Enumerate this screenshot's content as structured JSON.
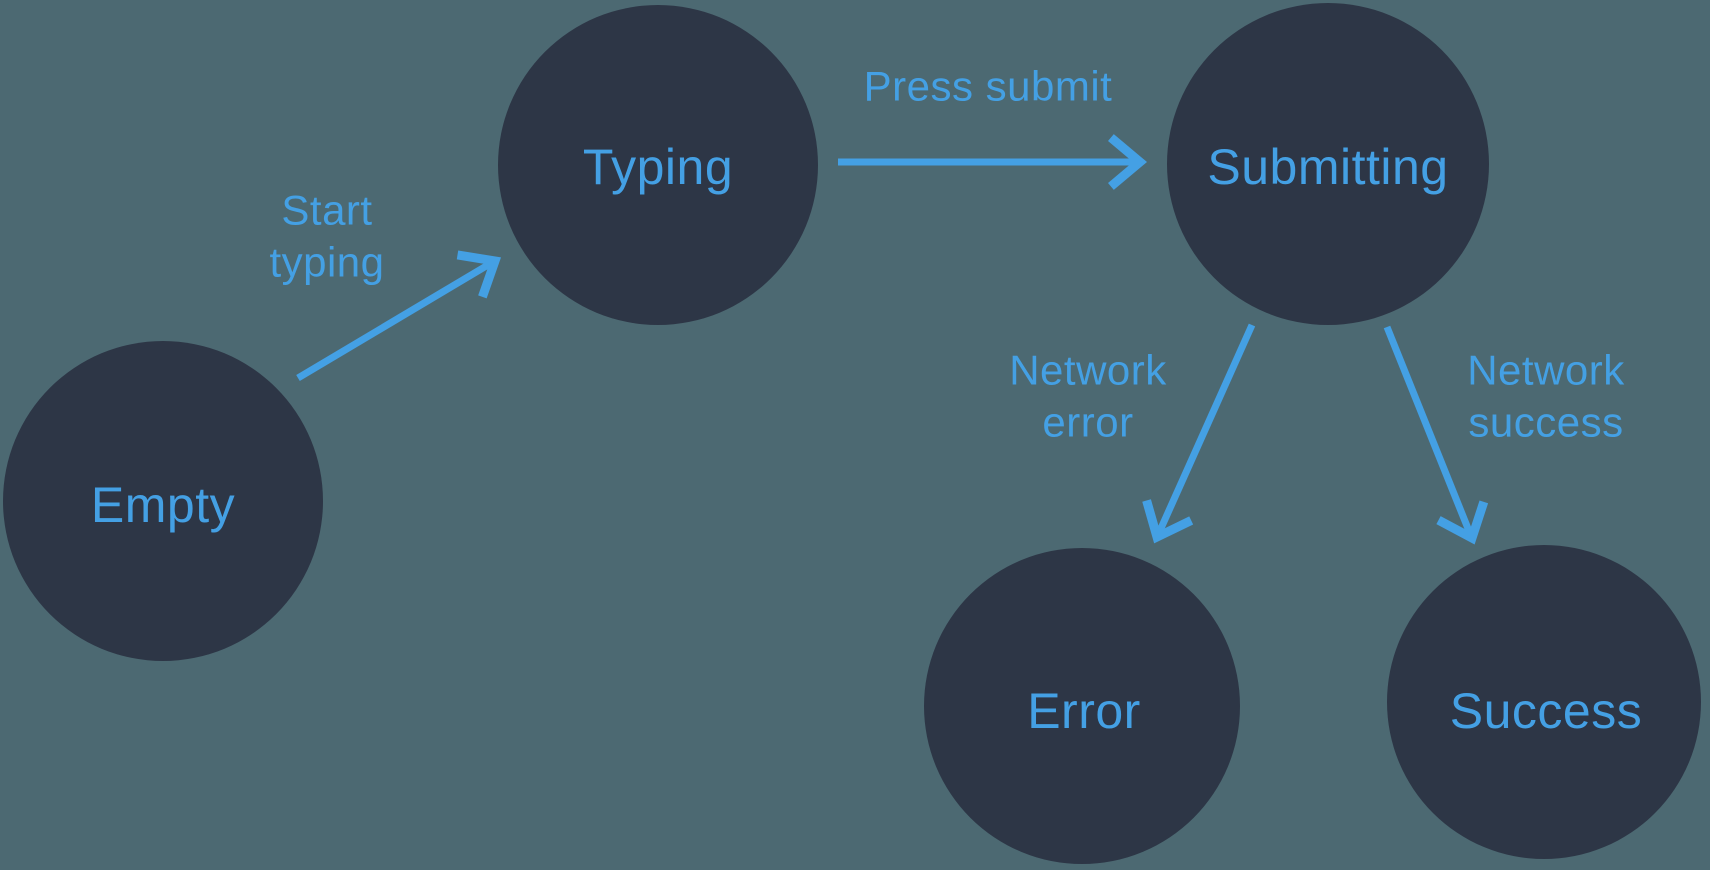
{
  "diagram": {
    "type": "state-machine",
    "colors": {
      "background": "#4C6972",
      "node_fill": "#2D3646",
      "accent": "#44A0E4"
    },
    "nodes": {
      "empty": {
        "label": "Empty"
      },
      "typing": {
        "label": "Typing"
      },
      "submitting": {
        "label": "Submitting"
      },
      "error": {
        "label": "Error"
      },
      "success": {
        "label": "Success"
      }
    },
    "edges": {
      "start_typing": {
        "label": "Start typing",
        "lines": [
          "Start",
          "typing"
        ],
        "from": "Empty",
        "to": "Typing"
      },
      "press_submit": {
        "label": "Press submit",
        "lines": [
          "Press submit"
        ],
        "from": "Typing",
        "to": "Submitting"
      },
      "network_error": {
        "label": "Network error",
        "lines": [
          "Network",
          "error"
        ],
        "from": "Submitting",
        "to": "Error"
      },
      "network_success": {
        "label": "Network success",
        "lines": [
          "Network",
          "success"
        ],
        "from": "Submitting",
        "to": "Success"
      }
    }
  }
}
